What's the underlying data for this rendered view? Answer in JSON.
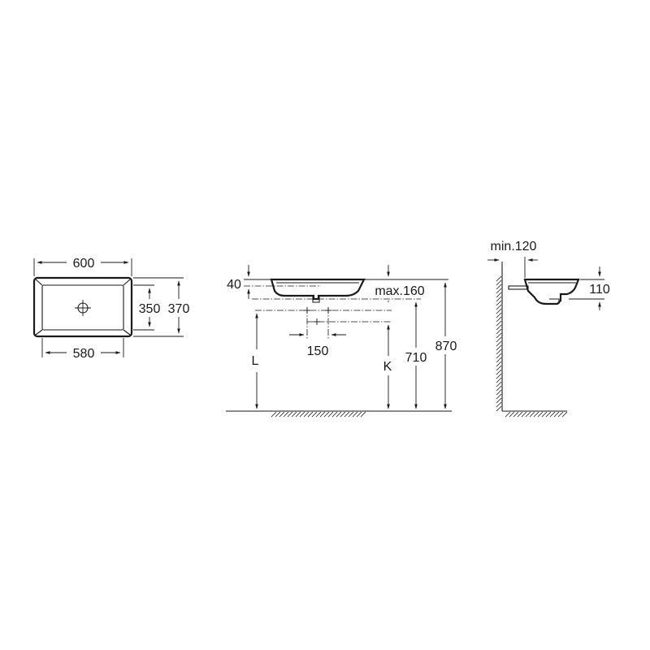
{
  "top_view": {
    "overall_width": "600",
    "basin_width": "580",
    "basin_depth": "350",
    "overall_depth": "370"
  },
  "front_view": {
    "rim_height": "40",
    "max_depth": "max.160",
    "waste_offset": "150",
    "height_L": "L",
    "height_K": "K",
    "height_710": "710",
    "height_870": "870"
  },
  "side_view": {
    "wall_clearance": "min.120",
    "side_height": "110"
  },
  "colors": {
    "line": "#1a1a1a",
    "background": "#ffffff"
  }
}
